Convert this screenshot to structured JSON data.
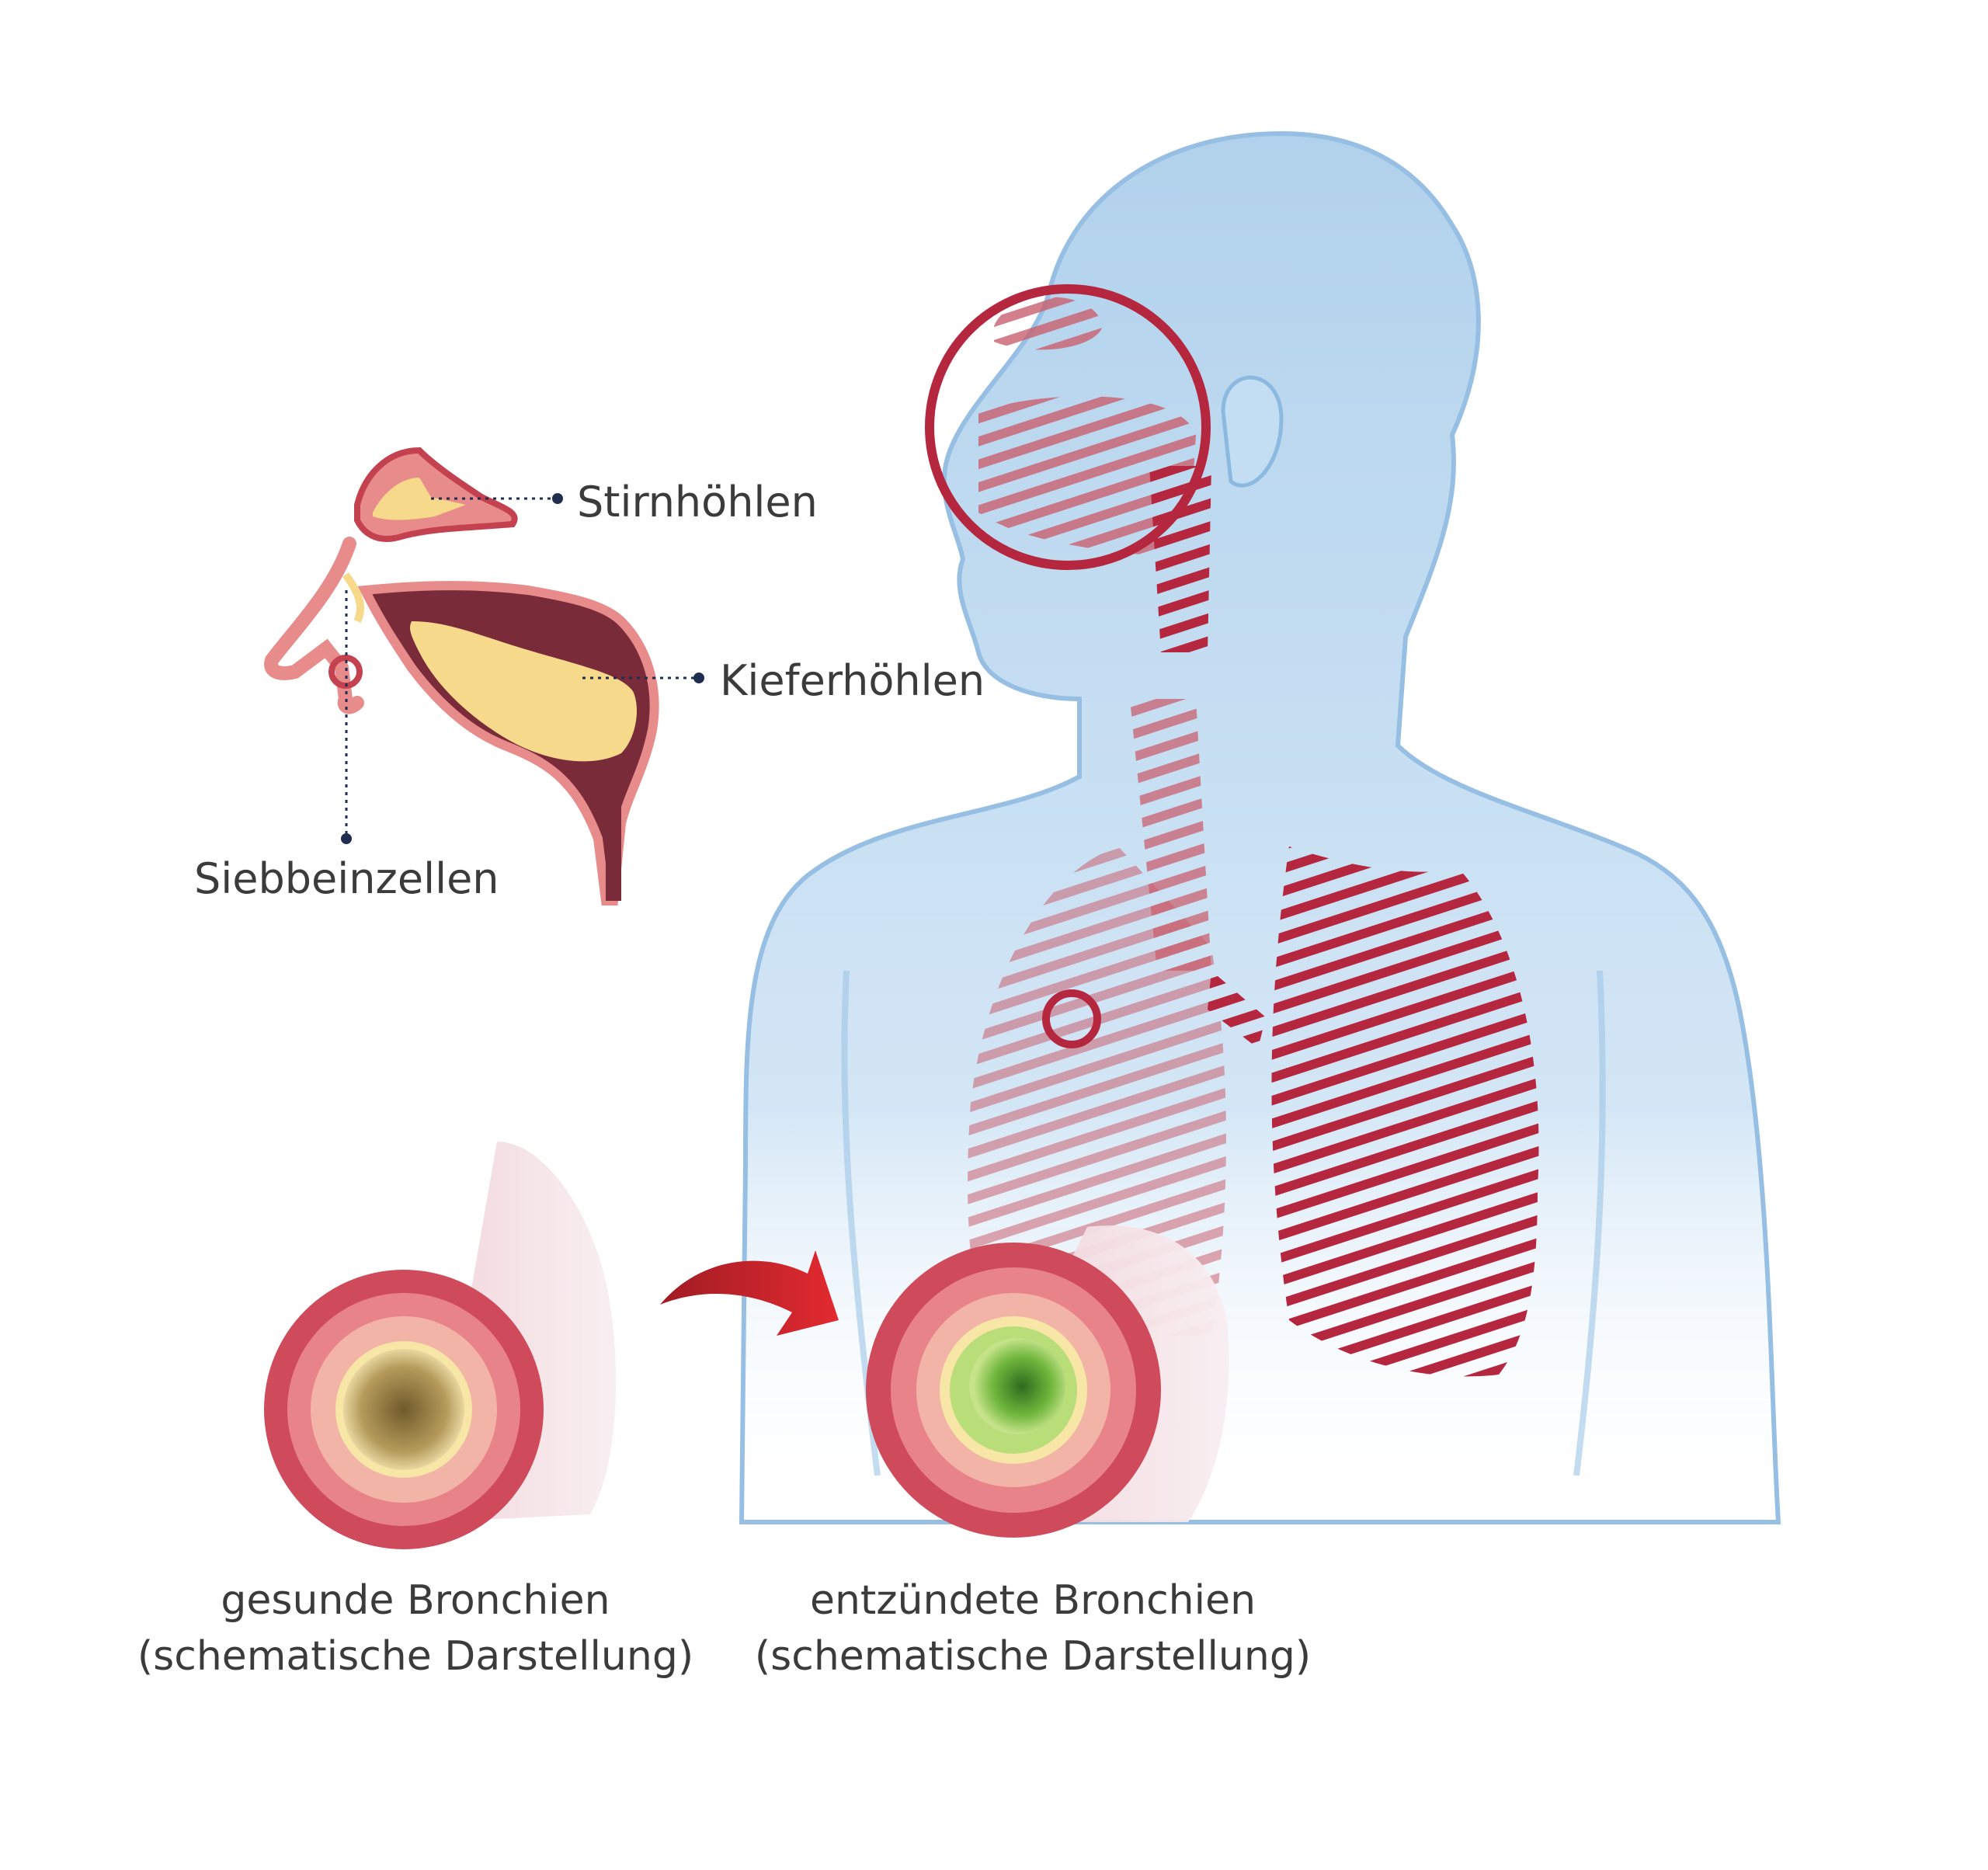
{
  "sinus_labels": {
    "frontal": "Stirnhöhlen",
    "maxillary": "Kieferhöhlen",
    "ethmoid": "Siebbeinzellen"
  },
  "captions": {
    "healthy": {
      "line1": "gesunde Bronchien",
      "line2": "(schematische Darstellung)"
    },
    "inflamed": {
      "line1": "entzündete Bronchien",
      "line2": "(schematische Darstellung)"
    }
  },
  "colors": {
    "body_blue": "#bcd9f0",
    "highlight_red": "#b5263f",
    "sinus_yellow": "#f6d98a",
    "tissue_pink": "#e88b8b",
    "mucus_green": "#7cc24a",
    "arrow_red": "#d8232a",
    "label_dot": "#1f2d4f"
  }
}
